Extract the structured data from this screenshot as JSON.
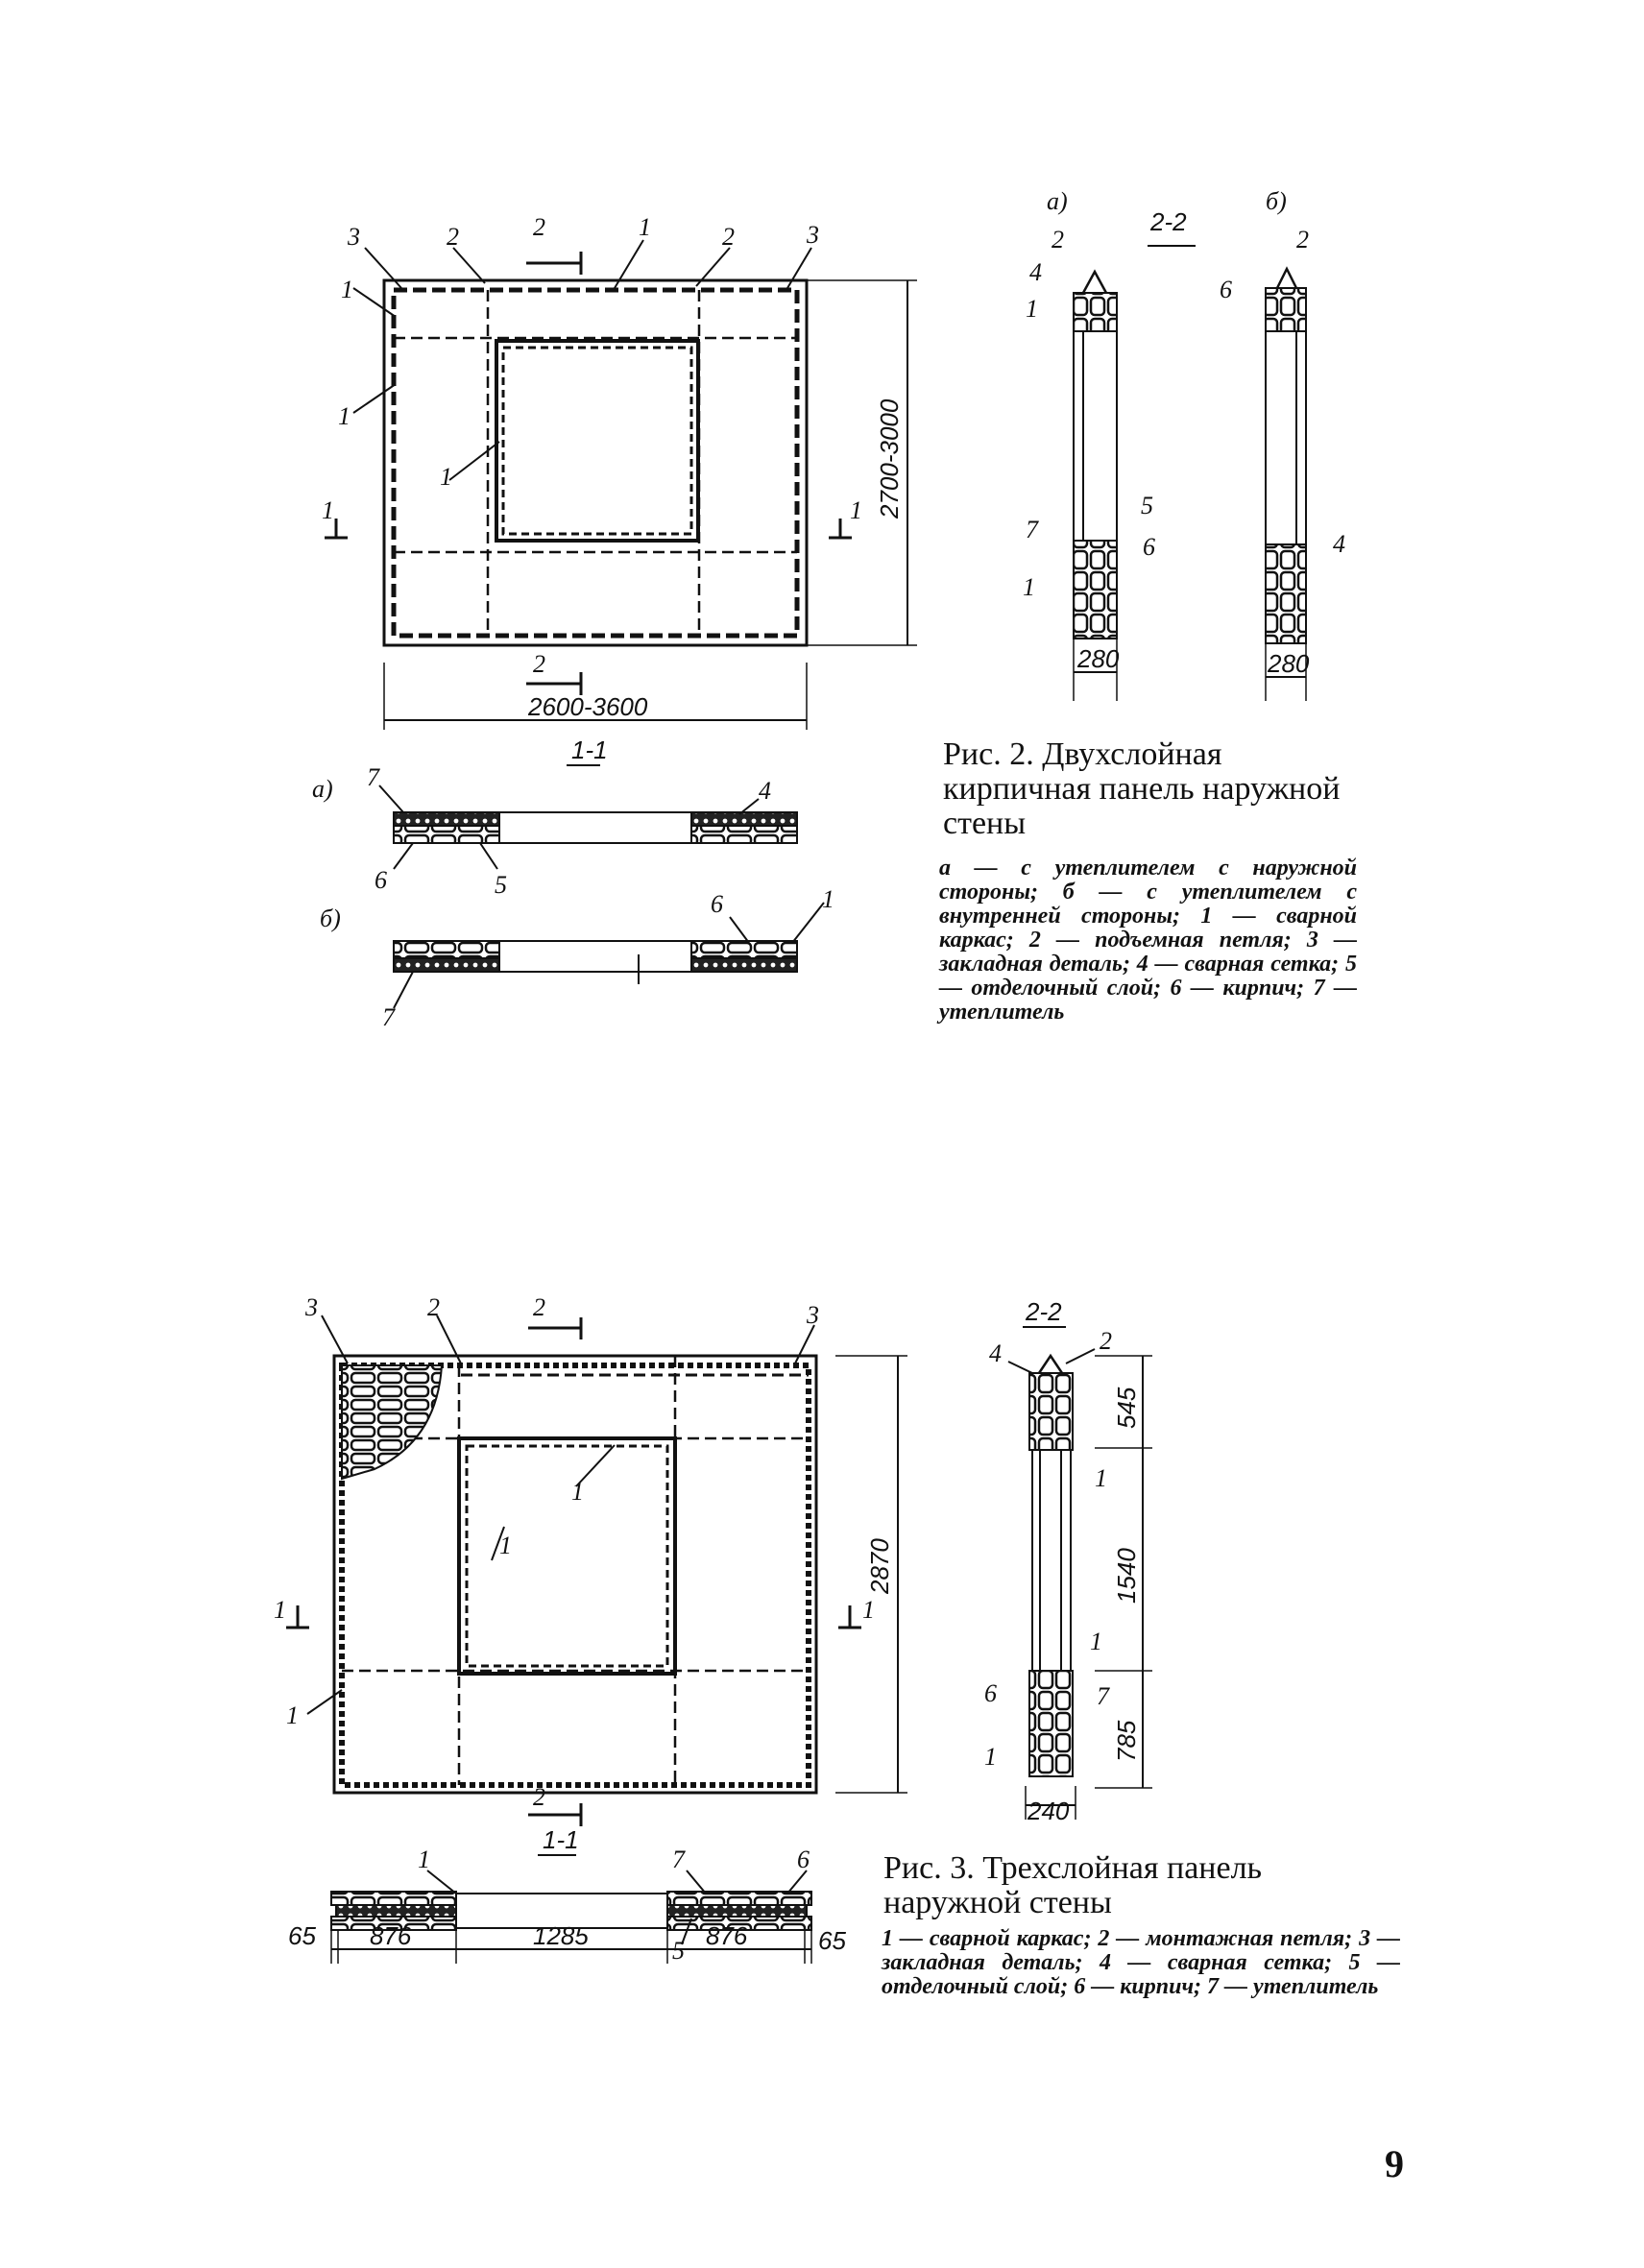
{
  "figure2": {
    "caption_title": "Рис.  2.  Двухслойная кирпичная  панель  наружной стены",
    "caption_text": "а — с утеплителем с наружной стороны; б — с утеплителем с внутренней стороны; 1 — сварной каркас; 2 — подъемная петля; 3 — закладная деталь; 4 — сварная сетка; 5 — отделочный слой; 6 — кирпич; 7 — утеплитель",
    "dim_height": "2700-3000",
    "dim_width": "2600-3600",
    "section_1": "1-1",
    "section_2": "2-2",
    "variant_a": "а)",
    "variant_b": "б)",
    "section_thickness_a": "280",
    "section_thickness_b": "280"
  },
  "figure3": {
    "caption_title": "Рис. 3. Трехслойная  панель наружной стены",
    "caption_text": "1 — сварной каркас; 2 — монтажная петля; 3 — закладная деталь; 4 — сварная сетка; 5 — отделочный слой; 6 — кирпич; 7 — утеплитель",
    "dim_height": "2870",
    "section_1": "1-1",
    "section_2": "2-2",
    "dims_bottom": [
      "65",
      "876",
      "1285",
      "876",
      "65"
    ],
    "dims_side": [
      "545",
      "1540",
      "785"
    ],
    "section_thickness": "240"
  },
  "labels": {
    "l1": "1",
    "l2": "2",
    "l3": "3",
    "l4": "4",
    "l5": "5",
    "l6": "6",
    "l7": "7"
  },
  "page_number": "9"
}
